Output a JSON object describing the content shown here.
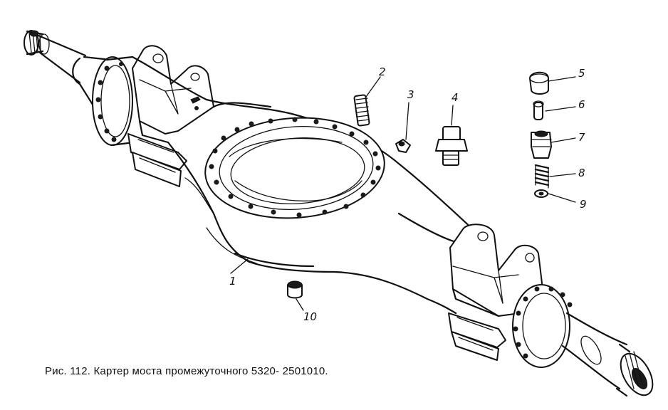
{
  "caption": "Рис. 112. Картер моста промежуточного 5320- 2501010.",
  "callouts": [
    "1",
    "2",
    "3",
    "4",
    "5",
    "6",
    "7",
    "8",
    "9",
    "10"
  ]
}
